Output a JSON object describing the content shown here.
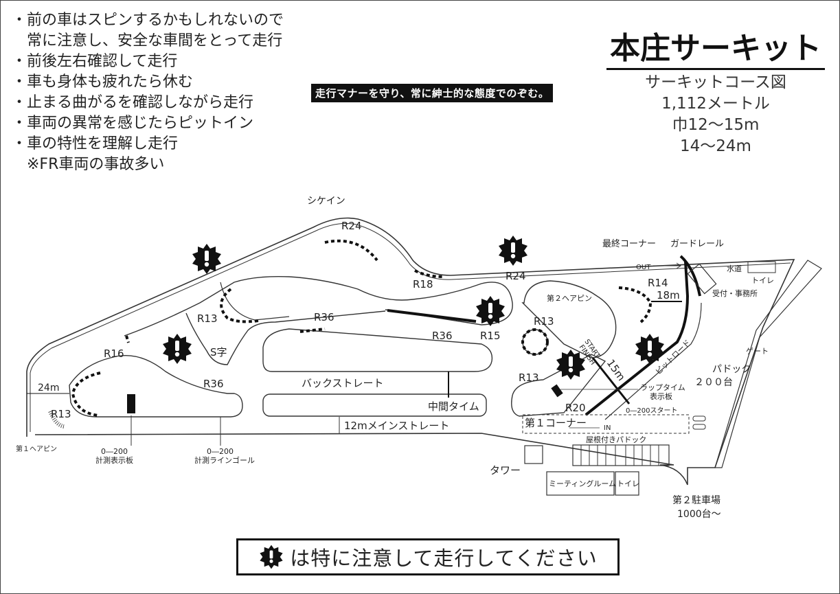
{
  "notes": [
    "・前の車はスピンするかもしれないので",
    "　常に注意し、安全な車間をとって走行",
    "・前後左右確認して走行",
    "・車も身体も疲れたら休む",
    "・止まる曲がるを確認しながら走行",
    "・車両の異常を感じたらピットイン",
    "・車の特性を理解し走行",
    "　※FR車両の事故多い"
  ],
  "manner": "走行マナーを守り、常に紳士的な態度でのぞむ。",
  "title": "本庄サーキット",
  "info": [
    "サーキットコース図",
    "1,112メートル",
    "巾12〜15m",
    "14〜24m"
  ],
  "map": {
    "chicane": "シケイン",
    "r24_top": "R24",
    "r18": "R18",
    "r24_right": "R24",
    "r13_left": "R13",
    "s_ji": "S字",
    "r36_mid": "R36",
    "r36_right": "R36",
    "r15": "R15",
    "r16": "R16",
    "r36_low": "R36",
    "w24m": "24m",
    "r13_hair": "R13",
    "hairpin1": "第１ヘアピン",
    "back_straight": "バックストレート",
    "mid_time": "中間タイム",
    "main_straight": "12mメインストレート",
    "board_200_a": "0―200",
    "board_200_b": "計測表示板",
    "goal_200_a": "0―200",
    "goal_200_b": "計測ラインゴール",
    "hairpin2": "第２ヘアピン",
    "r13_inner": "R13",
    "r13_lower": "R13",
    "r20": "R20",
    "corner1": "第１コーナー",
    "final_corner": "最終コーナー",
    "guardrail": "ガードレール",
    "out": "OUT",
    "r14": "R14",
    "w18m": "18m",
    "start": "START",
    "finish": "FINISH",
    "w15m": "15m",
    "pit_road": "ピットロード",
    "lap_a": "ラップタイム",
    "lap_b": "表示板",
    "start200": "0―200スタート",
    "in": "IN",
    "water": "水道",
    "toilet_top": "トイレ",
    "office": "受付・事務所",
    "gate": "ゲート",
    "paddock_a": "パドック",
    "paddock_b": "２００台",
    "roof_paddock": "屋根付きパドック",
    "tower": "タワー",
    "meeting": "ミーティングルーム",
    "toilet_bottom": "トイレ",
    "parking_a": "第２駐車場",
    "parking_b": "1000台〜"
  },
  "caution": "は特に注意して走行してください"
}
